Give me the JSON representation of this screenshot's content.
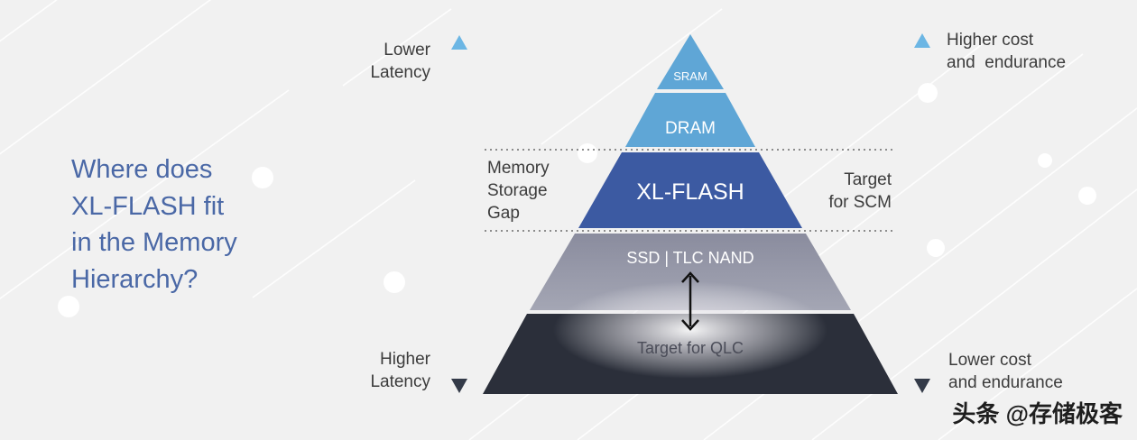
{
  "question": {
    "lines": [
      "Where does",
      "XL-FLASH fit",
      "in the Memory",
      "Hierarchy?"
    ]
  },
  "latency": {
    "top": [
      "Lower",
      "Latency"
    ],
    "bottom": [
      "Higher",
      "Latency"
    ]
  },
  "cost": {
    "top": [
      "Higher cost",
      "and  endurance"
    ],
    "bottom": [
      "Lower cost",
      "and endurance"
    ]
  },
  "gap_label": [
    "Memory",
    "Storage",
    "Gap"
  ],
  "scm_label": [
    "Target",
    "for SCM"
  ],
  "pyramid": {
    "levels": [
      {
        "label": "SRAM"
      },
      {
        "label": "DRAM"
      },
      {
        "label": "XL-FLASH"
      },
      {
        "label": "SSD | TLC NAND"
      },
      {
        "label": "Target for QLC"
      }
    ]
  },
  "watermark": "头条 @存储极客",
  "colors": {
    "background": "#f1f1f1",
    "sram": "#5fa6d6",
    "dram": "#5fa6d6",
    "xlflash": "#3c5aa2",
    "tlc": "#8e90a2",
    "qlc": "#2b2f3a",
    "question_text": "#4a68a6",
    "arrow_top": "#6cb6e4",
    "arrow_bottom": "#333a48"
  }
}
